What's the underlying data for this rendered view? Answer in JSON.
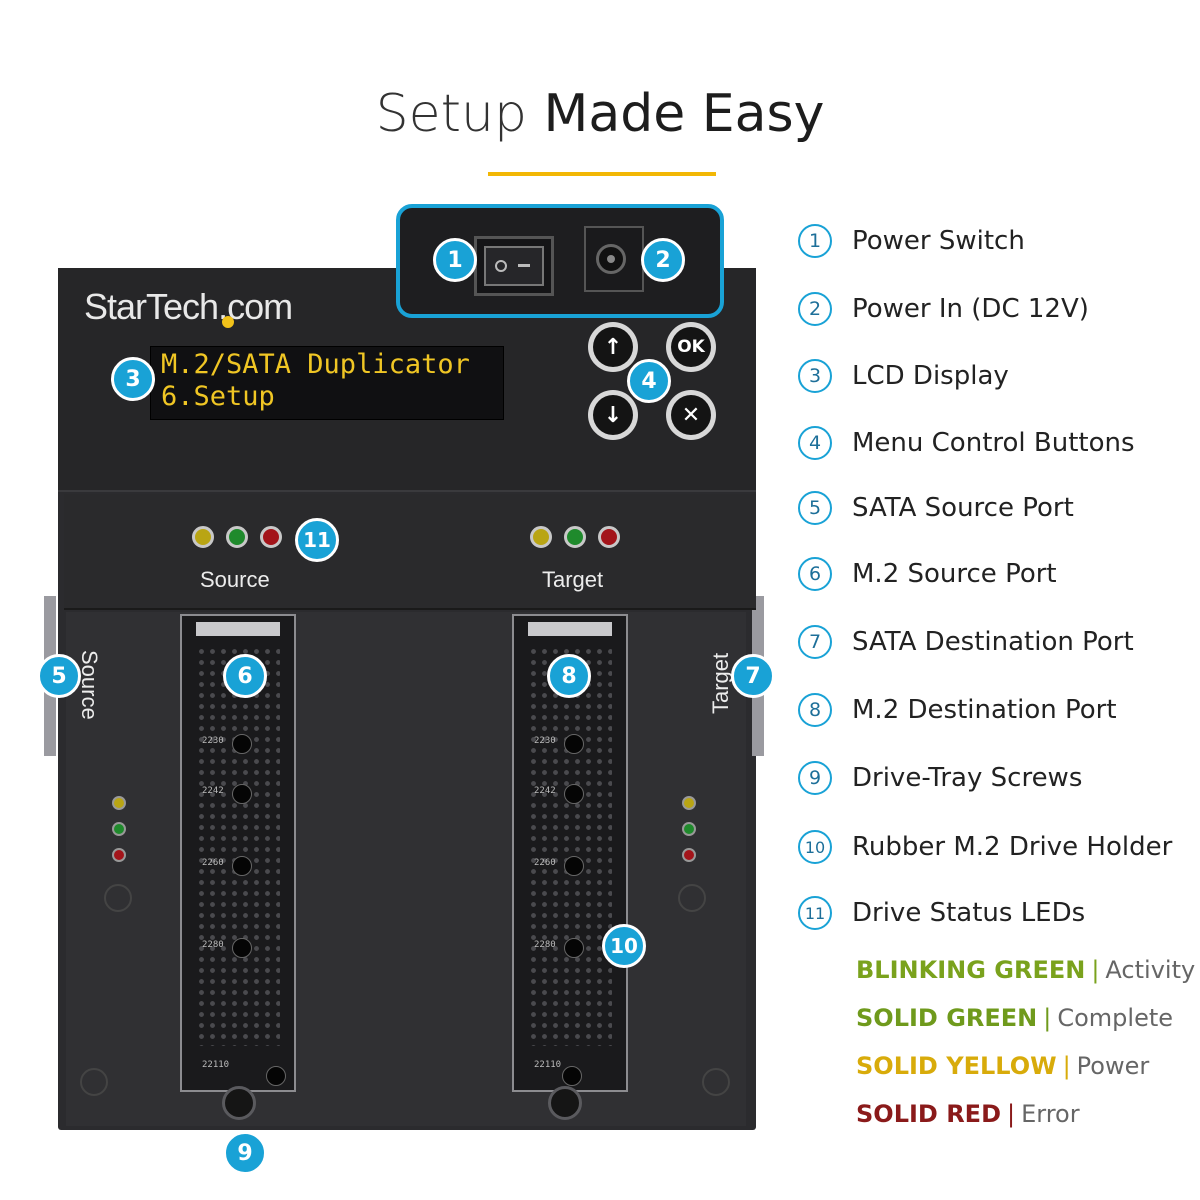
{
  "title": {
    "part1": "Setup",
    "part2": "Made Easy"
  },
  "device": {
    "brand": "StarTech.com",
    "lcd_line1": "M.2/SATA Duplicator",
    "lcd_line2": "6.Setup",
    "buttons": {
      "up": "↑",
      "ok": "OK",
      "down": "↓",
      "cancel": "✕"
    },
    "source_label": "Source",
    "target_label": "Target",
    "side_source_label": "Source",
    "side_target_label": "Target",
    "tray_sizes": [
      "2230",
      "2242",
      "2260",
      "2280",
      "22110"
    ]
  },
  "badges": [
    "1",
    "2",
    "3",
    "4",
    "5",
    "6",
    "7",
    "8",
    "9",
    "10",
    "11"
  ],
  "legend": [
    {
      "num": "1",
      "label": "Power Switch"
    },
    {
      "num": "2",
      "label": "Power In (DC 12V)"
    },
    {
      "num": "3",
      "label": "LCD Display"
    },
    {
      "num": "4",
      "label": "Menu Control Buttons"
    },
    {
      "num": "5",
      "label": "SATA Source Port"
    },
    {
      "num": "6",
      "label": "M.2 Source Port"
    },
    {
      "num": "7",
      "label": "SATA Destination Port"
    },
    {
      "num": "8",
      "label": "M.2 Destination Port"
    },
    {
      "num": "9",
      "label": "Drive-Tray Screws"
    },
    {
      "num": "10",
      "label": "Rubber M.2 Drive Holder"
    },
    {
      "num": "11",
      "label": "Drive Status LEDs"
    }
  ],
  "status": [
    {
      "key": "BLINKING GREEN",
      "sep": "|",
      "desc": "Activity",
      "color": "#7aa21d"
    },
    {
      "key": "SOLID GREEN",
      "sep": "|",
      "desc": "Complete",
      "color": "#6f9a1c"
    },
    {
      "key": "SOLID YELLOW",
      "sep": "|",
      "desc": "Power",
      "color": "#d8ab0a"
    },
    {
      "key": "SOLID RED",
      "sep": "|",
      "desc": "Error",
      "color": "#8a1a1a"
    }
  ],
  "colors": {
    "accent_blue": "#19a2d6",
    "title_rule": "#f2b705",
    "lcd_text": "#f0c624"
  }
}
